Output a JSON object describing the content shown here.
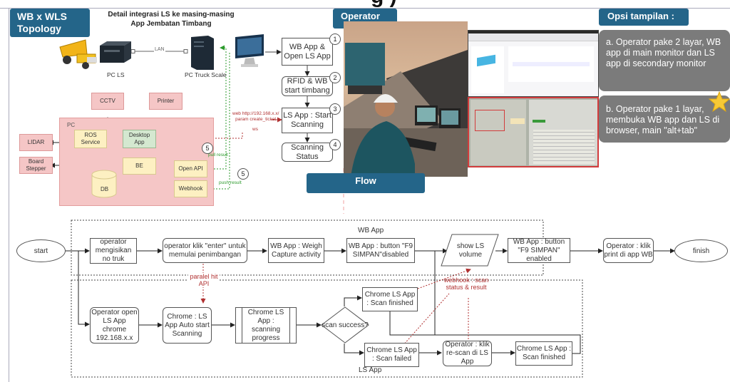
{
  "page_title_partial": "g       )",
  "topology": {
    "badge": "WB x WLS\nTopology",
    "badge_line1": "WB x WLS",
    "badge_line2": "Topology",
    "heading_line1": "Detail integrasi LS ke masing-masing",
    "heading_line2": "App Jembatan Timbang",
    "devices": {
      "pc_ls": "PC LS",
      "pc_truck_scale": "PC Truck Scale",
      "lan_label": "LAN"
    },
    "pc_group_label": "PC",
    "nodes": {
      "cctv": "CCTV",
      "printer": "Printer",
      "lidar": "LIDAR",
      "board_stepper": "Board Stepper",
      "ros_service": "ROS Service",
      "desktop_app": "Desktop App",
      "be": "BE",
      "db": "DB",
      "open_api": "Open API",
      "webhook": "Webhook"
    },
    "edge_labels": {
      "web_param_line1": "web http://192.168.x.x/",
      "web_param_line2": "param create_ticket",
      "ws": "ws",
      "pull_result": "pull result",
      "push_result": "push result"
    },
    "step5_markers": [
      "5",
      "5"
    ]
  },
  "steps": [
    {
      "num": "1",
      "label": "WB App & Open LS App"
    },
    {
      "num": "2",
      "label": "RFID & WB start timbang"
    },
    {
      "num": "3",
      "label": "LS App : Start Scanning"
    },
    {
      "num": "4",
      "label": "Scanning Status"
    }
  ],
  "operator": {
    "badge": "Operator"
  },
  "options": {
    "badge": "Opsi tampilan :",
    "items": [
      {
        "label": "a. Operator pake 2 layar, WB app di main monitor dan LS app di secondary monitor"
      },
      {
        "label": "b. Operator pake 1 layar, membuka WB app dan LS di browser, main \"alt+tab\"",
        "starred": true
      }
    ]
  },
  "flow": {
    "badge": "Flow",
    "lanes": {
      "wb": "WB App",
      "ls": "LS App"
    },
    "start": "start",
    "finish": "finish",
    "wb_nodes": [
      "operator mengisikan no truk",
      "operator klik \"enter\" untuk memulai penimbangan",
      "WB App : Weigh Capture activity",
      "WB App : button \"F9 SIMPAN\"disabled",
      "show LS volume",
      "WB App : button \"F9 SIMPAN\" enabled",
      "Operator : klik print di app WB"
    ],
    "ls_nodes": [
      "Operator open  LS App chrome 192.168.x.x",
      "Chrome : LS App Auto start Scanning",
      "Chrome LS App : scanning progress",
      "scan success?",
      "Chrome LS App : Scan finished",
      "Chrome LS App : Scan failed",
      "Operator : klik re-scan di LS App",
      "Chrome LS App : Scan finished"
    ],
    "annotations": {
      "paralel": "paralel hit API",
      "webhook": "webhook : scan status & result"
    }
  },
  "colors": {
    "badge": "#246589",
    "option_bg": "#7b7b7b",
    "pink": "#f5c6c6",
    "yellow": "#fdf0c2",
    "green": "#d4e8d0",
    "red_dashed": "#b03030",
    "green_dashed": "#2c9a2c",
    "star": "#f7c936"
  }
}
